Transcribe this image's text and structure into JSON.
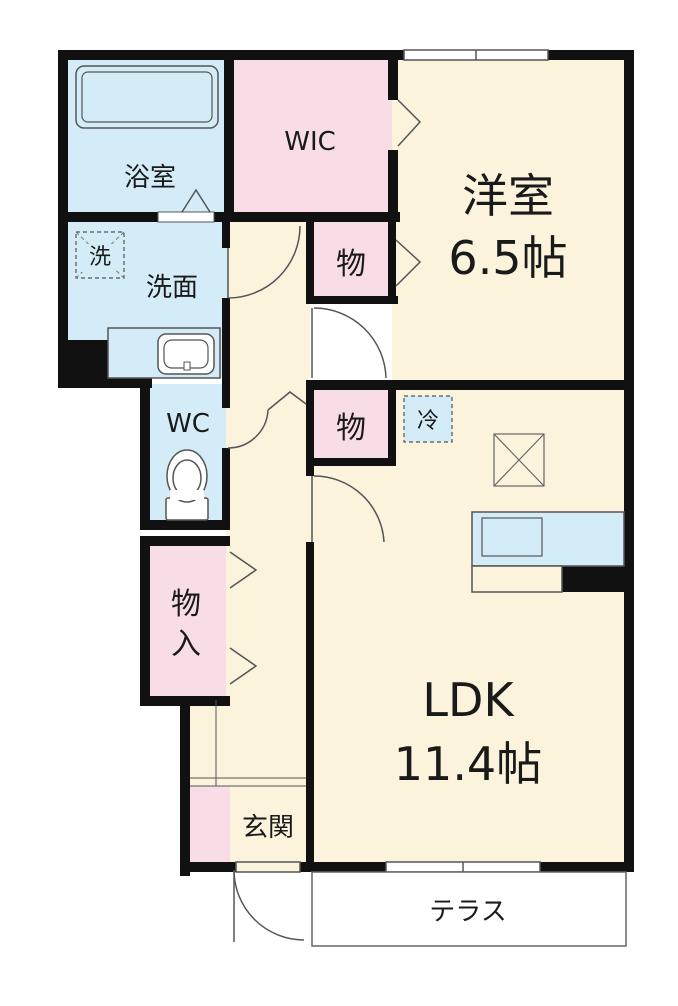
{
  "floorplan": {
    "rooms": {
      "western": {
        "name": "洋室",
        "size": "6.5帖"
      },
      "ldk": {
        "name": "LDK",
        "size": "11.4帖"
      },
      "bath": {
        "name": "浴室"
      },
      "washroom": {
        "name": "洗面"
      },
      "wic": {
        "name": "WIC"
      },
      "wc": {
        "name": "WC"
      },
      "storage_upper": {
        "name": "物"
      },
      "storage_lower": {
        "name": "物"
      },
      "closet": {
        "line1": "物",
        "line2": "入"
      },
      "entrance": {
        "name": "玄関"
      },
      "terrace": {
        "name": "テラス"
      }
    },
    "fixtures": {
      "washer": "洗",
      "fridge": "冷"
    },
    "colors": {
      "wet_area": "#d4ecf7",
      "storage": "#f9dde6",
      "living": "#fbf3dc",
      "wall": "#111111"
    }
  }
}
